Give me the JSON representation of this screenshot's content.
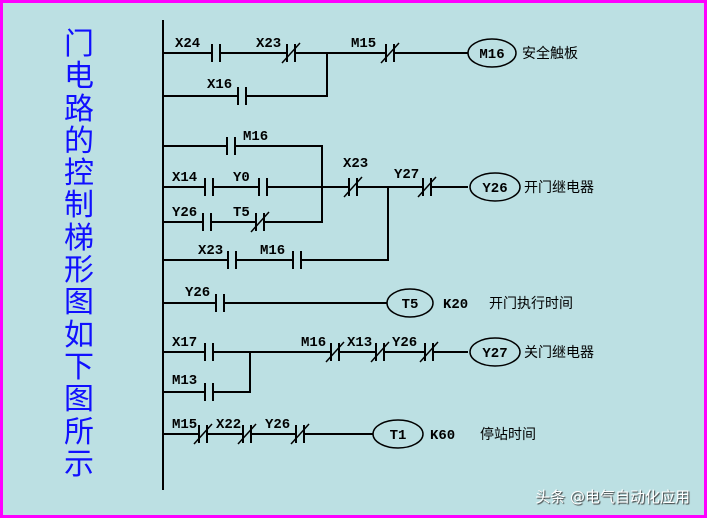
{
  "title": "门电路的控制梯形图如下图所示",
  "watermark": "头条 @电气自动化应用",
  "rungs": [
    {
      "contacts": [
        "X24",
        "X23",
        "M15",
        "X16"
      ],
      "coil": "M16",
      "comment": "安全触板"
    },
    {
      "contacts": [
        "M16",
        "X14",
        "Y0",
        "Y26",
        "T5",
        "X23",
        "Y27",
        "X23",
        "M16"
      ],
      "coil": "Y26",
      "comment": "开门继电器"
    },
    {
      "contacts": [
        "Y26"
      ],
      "coil": "T5",
      "preset": "K20",
      "comment": "开门执行时间"
    },
    {
      "contacts": [
        "X17",
        "M13",
        "M16",
        "X13",
        "Y26"
      ],
      "coil": "Y27",
      "comment": "关门继电器"
    },
    {
      "contacts": [
        "M15",
        "X22",
        "Y26"
      ],
      "coil": "T1",
      "preset": "K60",
      "comment": "停站时间"
    }
  ],
  "colors": {
    "background": "#bce0e3",
    "title": "#1010ff",
    "border": "#ff00ff"
  }
}
